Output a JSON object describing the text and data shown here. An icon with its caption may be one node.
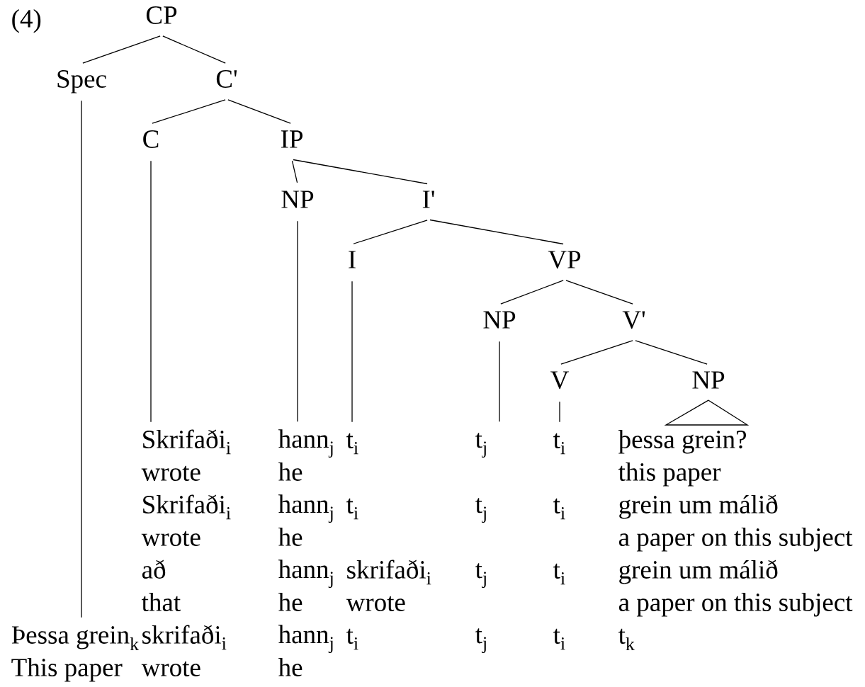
{
  "diagram": {
    "nodes": [
      {
        "text": [
          "CP"
        ]
      },
      {
        "text": [
          "Spec"
        ]
      },
      {
        "text": [
          "C'"
        ]
      },
      {
        "text": [
          "C"
        ]
      },
      {
        "text": [
          "IP"
        ]
      },
      {
        "text": [
          "NP"
        ]
      },
      {
        "text": [
          "I'"
        ]
      },
      {
        "text": [
          "I"
        ]
      },
      {
        "text": [
          "VP"
        ]
      },
      {
        "text": [
          "NP"
        ]
      },
      {
        "text": [
          "V'"
        ]
      },
      {
        "text": [
          "V"
        ]
      },
      {
        "text": [
          "NP"
        ]
      },
      {
        "text": [
          "Skrifaði$_{i}$"
        ]
      },
      {
        "text": [
          "hann$_{j}$"
        ]
      },
      {
        "text": [
          "t$_{i}$"
        ]
      },
      {
        "text": [
          "t$_{j}$"
        ]
      },
      {
        "text": [
          "t$_{i}$"
        ]
      },
      {
        "text": [
          "þessa grein?"
        ]
      },
      {
        "text": [
          "Þessa grein$_{k}$"
        ]
      }
    ],
    "edges": [
      {
        "from": 0,
        "to": 1,
        "arrow": "none"
      },
      {
        "from": 0,
        "to": 2,
        "arrow": "none"
      },
      {
        "from": 2,
        "to": 3,
        "arrow": "none"
      },
      {
        "from": 2,
        "to": 4,
        "arrow": "none"
      },
      {
        "from": 4,
        "to": 5,
        "arrow": "none"
      },
      {
        "from": 4,
        "to": 6,
        "arrow": "none"
      },
      {
        "from": 6,
        "to": 7,
        "arrow": "none"
      },
      {
        "from": 6,
        "to": 8,
        "arrow": "none"
      },
      {
        "from": 8,
        "to": 9,
        "arrow": "none"
      },
      {
        "from": 8,
        "to": 10,
        "arrow": "none"
      },
      {
        "from": 10,
        "to": 11,
        "arrow": "none"
      },
      {
        "from": 10,
        "to": 12,
        "arrow": "none"
      },
      {
        "from": 12,
        "to": 18,
        "arrow": "none"
      },
      {
        "from": 1,
        "to": 19,
        "arrow": "none"
      },
      {
        "from": 3,
        "to": 13,
        "arrow": "none"
      },
      {
        "from": 5,
        "to": 14,
        "arrow": "none"
      },
      {
        "from": 7,
        "to": 15,
        "arrow": "none"
      },
      {
        "from": 9,
        "to": 16,
        "arrow": "none"
      },
      {
        "from": 11,
        "to": 17,
        "arrow": "none"
      }
    ],
    "labels": [
      "(4)",
      "wrote",
      "he",
      "this paper",
      "Skrifaði$_{i}$",
      "hann$_{j}$",
      "t$_{i}$",
      "t$_{j}$",
      "t$_{i}$",
      "grein um málið",
      "wrote",
      "he",
      "a paper on this subject",
      "að",
      "hann$_{j}$",
      "skrifaði$_{i}$",
      "t$_{j}$",
      "t$_{i}$",
      "grein um málið",
      "that",
      "he",
      "wrote",
      "a paper on this subject",
      "skrifaði$_{i}$",
      "hann$_{j}$",
      "t$_{i}$",
      "t$_{j}$",
      "t$_{i}$",
      "t$_{k}$",
      "This paper",
      "wrote",
      "he"
    ]
  }
}
